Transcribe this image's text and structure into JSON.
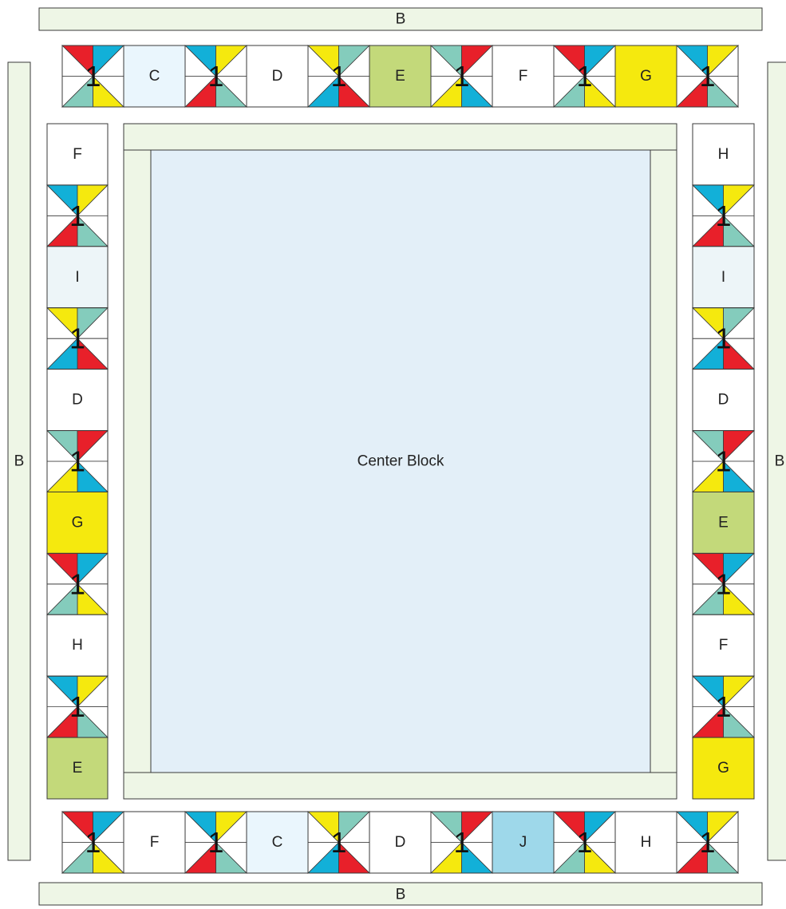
{
  "colors": {
    "background": "#ffffff",
    "outline": "#3a3a3a",
    "border_strip": "#eef6e6",
    "sashing": "#eef6e6",
    "center": "#e3eff8",
    "blade_red": "#e8202a",
    "blade_teal": "#84ccbc",
    "blade_yellow": "#f5e90e",
    "blade_cyan": "#12b0d8",
    "blade_white": "#ffffff"
  },
  "block_fills": {
    "C": "#eaf6fd",
    "D": "#ffffff",
    "E": "#c3d97a",
    "F": "#ffffff",
    "G": "#f5e90e",
    "H": "#ffffff",
    "I": "#edf5f8",
    "J": "#9ed8ea"
  },
  "pinwheel_label": "1",
  "outer_border_label": "B",
  "center_label": "Center Block",
  "top_row": [
    "C",
    "D",
    "E",
    "F",
    "G"
  ],
  "bottom_row": [
    "F",
    "C",
    "D",
    "J",
    "H"
  ],
  "left_column": [
    "F",
    "I",
    "D",
    "G",
    "H",
    "E"
  ],
  "right_column": [
    "H",
    "I",
    "D",
    "E",
    "F",
    "G"
  ]
}
